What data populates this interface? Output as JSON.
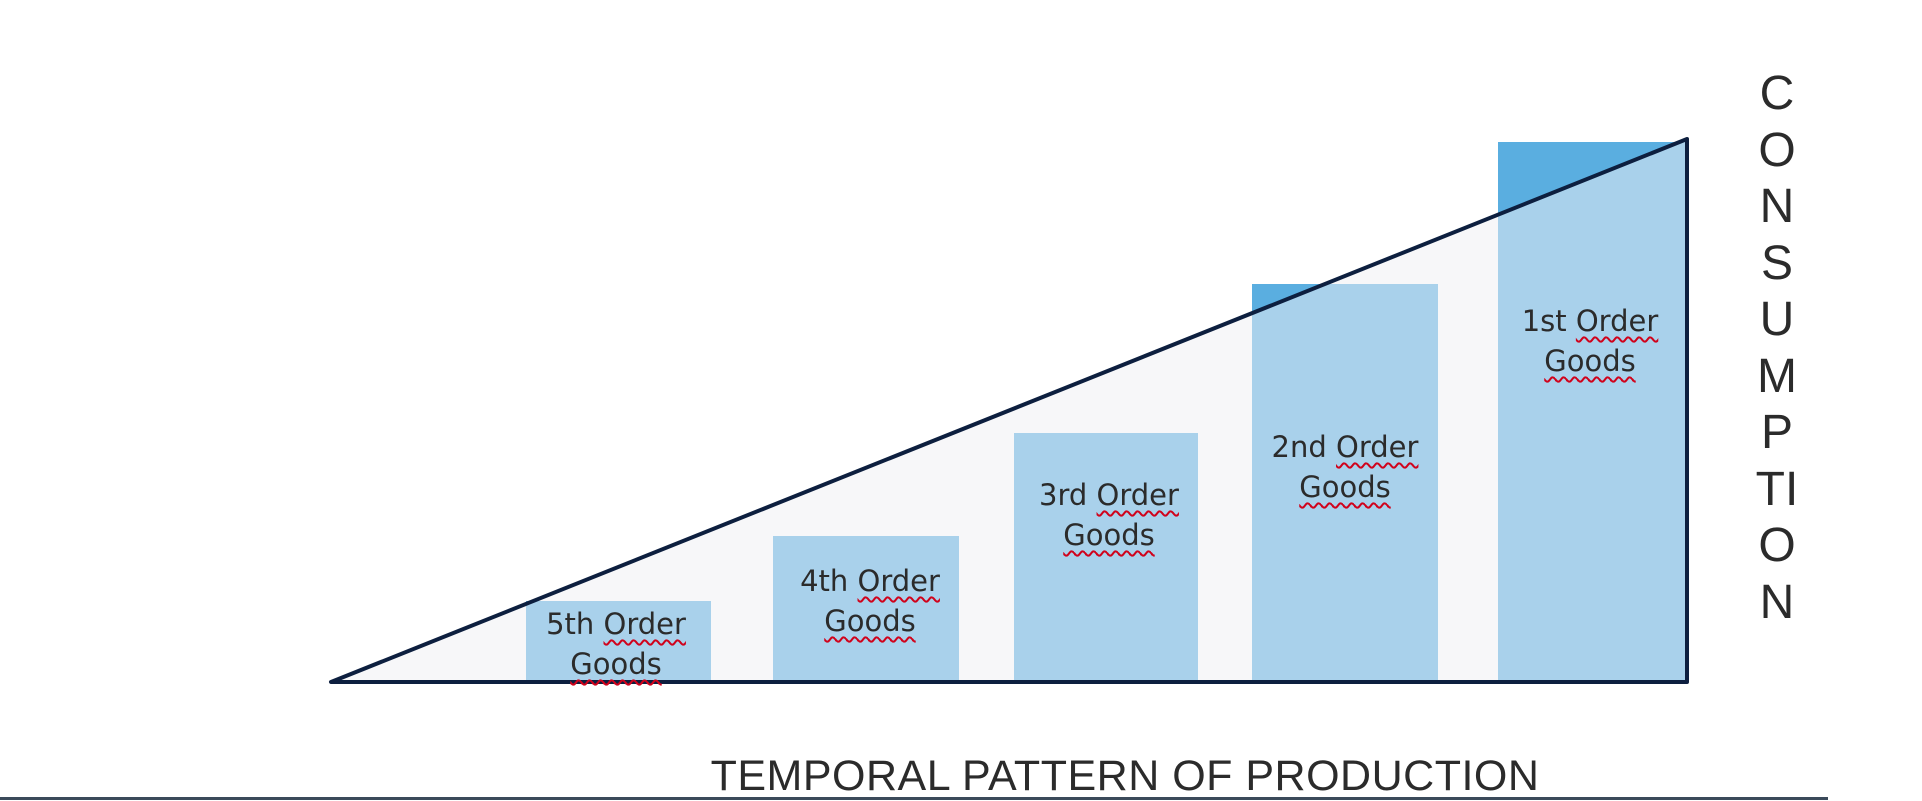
{
  "diagram": {
    "side_label": "CONSUMPTION",
    "bottom_label": "TEMPORAL PATTERN OF PRODUCTION",
    "stages": [
      {
        "line1": "5th",
        "line2": "Order",
        "line3": "Goods",
        "level": 1
      },
      {
        "line1": "4th",
        "line2": "Order",
        "line3": "Goods",
        "level": 2
      },
      {
        "line1": "3rd",
        "line2": "Order",
        "line3": "Goods",
        "level": 3
      },
      {
        "line1": "2nd",
        "line2": "Order",
        "line3": "Goods",
        "level": 4
      },
      {
        "line1": "1st",
        "line2": "Order",
        "line3": "Goods",
        "level": 5
      }
    ],
    "colors": {
      "bar": "#a9d1eb",
      "bar_overflow": "#5aaee0",
      "triangle_fill": "#f7f7f9",
      "outline": "#0d1f3f"
    }
  }
}
